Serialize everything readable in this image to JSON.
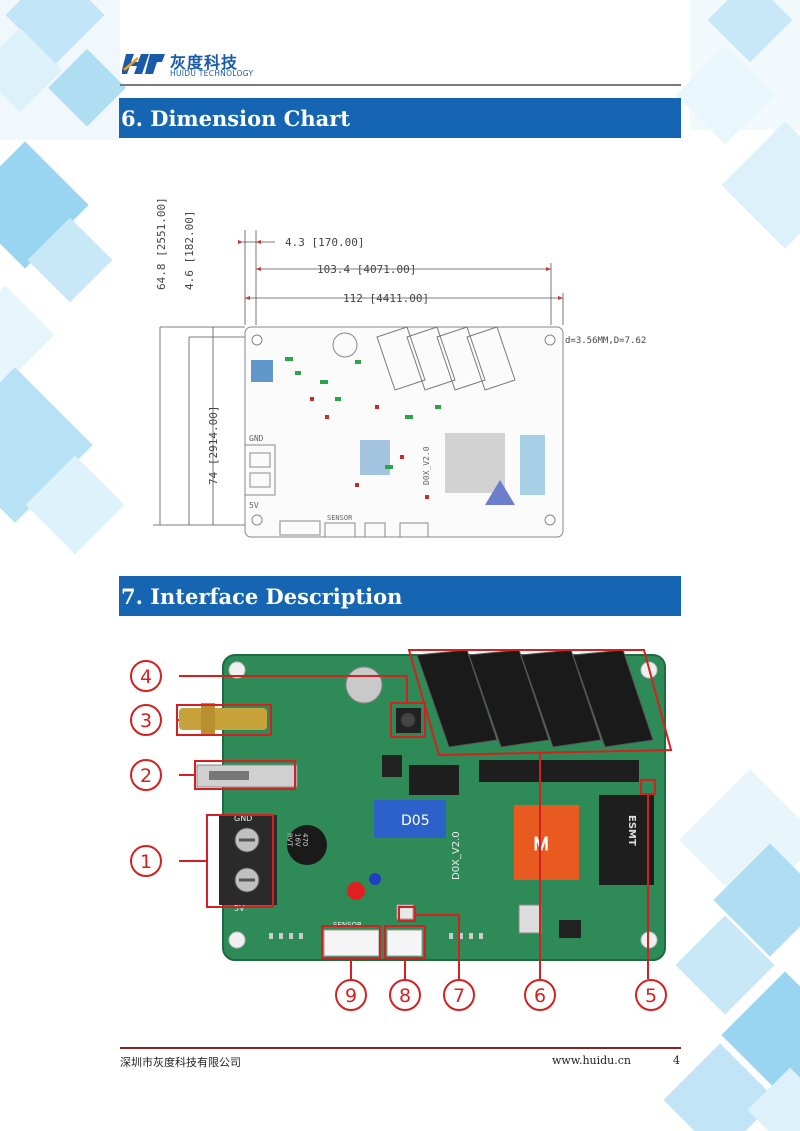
{
  "header": {
    "logo_cn": "灰度科技",
    "logo_en": "HUIDU TECHNOLOGY"
  },
  "section6": {
    "title": "6.  Dimension Chart",
    "dimensions": {
      "h1": "4.3 [170.00]",
      "h2": "103.4 [4071.00]",
      "h3": "112 [4411.00]",
      "v1": "64.8 [2551.00]",
      "v2": "4.6 [182.00]",
      "v3": "74 [2914.00]",
      "hole": "d=3.56MM,D=7.62"
    },
    "board_labels": {
      "gnd": "GND",
      "v5": "5V",
      "sensor": "SENSOR",
      "model": "D0X_V2.0"
    }
  },
  "section7": {
    "title": "7.  Interface Description",
    "board_labels": {
      "gnd": "GND",
      "v5": "5V",
      "sensor": "SENSOR",
      "model": "D0X_V2.0",
      "esmt": "ESMT",
      "d05": "D05",
      "cap": "470\n16V\nRVT"
    },
    "callouts": [
      "1",
      "2",
      "3",
      "4",
      "5",
      "6",
      "7",
      "8",
      "9"
    ]
  },
  "footer": {
    "company": "深圳市灰度科技有限公司",
    "url": "www.huidu.cn",
    "page": "4"
  },
  "colors": {
    "section_bar": "#1565b3",
    "callout_red": "#d42020",
    "pcb_green": "#2e8b57",
    "footer_rule": "#8b2020"
  }
}
